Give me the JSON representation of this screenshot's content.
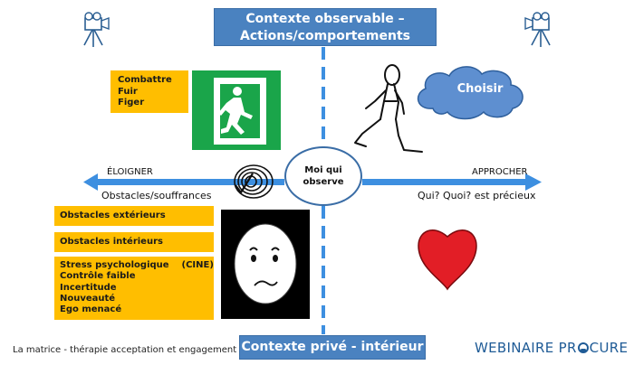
{
  "titles": {
    "top_line1": "Contexte observable –",
    "top_line2": "Actions/comportements",
    "bottom": "Contexte privé - intérieur"
  },
  "axis": {
    "left": "ÉLOIGNER",
    "right": "APPROCHER",
    "left_sub": "Obstacles/souffrances",
    "right_sub": "Qui? Quoi? est précieux"
  },
  "center": {
    "line1": "Moi qui",
    "line2": "observe"
  },
  "cloud": {
    "label": "Choisir"
  },
  "boxes": {
    "fight_flight": [
      "Combattre",
      "Fuir",
      "Figer"
    ],
    "external": "Obstacles extérieurs",
    "internal": "Obstacles intérieurs",
    "stress": [
      "Stress psychologique    (CINE)",
      "Contrôle faible",
      "Incertitude",
      "Nouveauté",
      "Ego menacé"
    ]
  },
  "footer": {
    "left": "La matrice - thérapie acceptation et engagement",
    "right": "WEBINAIRE PR",
    "right_end": "CURE"
  },
  "icons": [
    "camera-icon",
    "camera-icon",
    "emergency-exit-icon",
    "walking-person-icon",
    "fingerprint-icon",
    "sad-face-icon",
    "heart-icon"
  ],
  "colors": {
    "title_blue": "#4a82c0",
    "axis_blue": "#3d8fe0",
    "box_yellow": "#ffbe00",
    "exit_green": "#1aa54a",
    "heart_red": "#e21e26",
    "cloud_blue": "#5e8fd0"
  }
}
